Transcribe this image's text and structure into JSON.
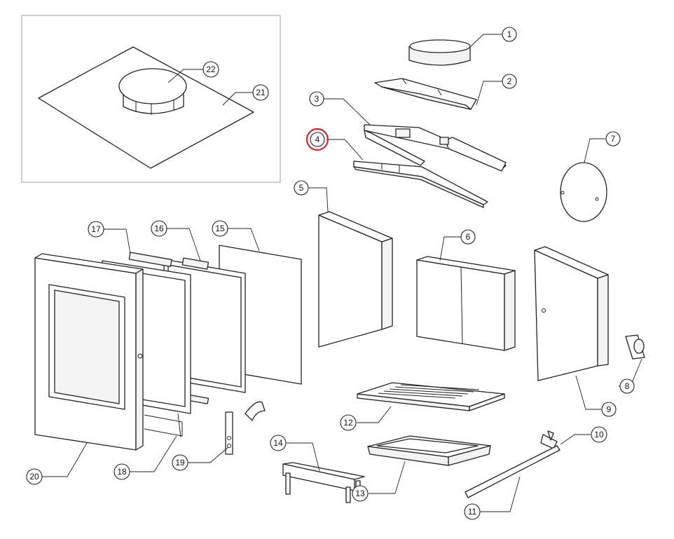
{
  "diagram": {
    "highlight_color": "#d9232a",
    "highlighted_callout": "4",
    "callouts": [
      {
        "id": "1",
        "label": "1"
      },
      {
        "id": "2",
        "label": "2"
      },
      {
        "id": "3",
        "label": "3"
      },
      {
        "id": "4",
        "label": "4"
      },
      {
        "id": "5",
        "label": "5"
      },
      {
        "id": "6",
        "label": "6"
      },
      {
        "id": "7",
        "label": "7"
      },
      {
        "id": "8",
        "label": "8"
      },
      {
        "id": "9",
        "label": "9"
      },
      {
        "id": "10",
        "label": "10"
      },
      {
        "id": "11",
        "label": "11"
      },
      {
        "id": "12",
        "label": "12"
      },
      {
        "id": "13",
        "label": "13"
      },
      {
        "id": "14",
        "label": "14"
      },
      {
        "id": "15",
        "label": "15"
      },
      {
        "id": "16",
        "label": "16"
      },
      {
        "id": "17",
        "label": "17"
      },
      {
        "id": "18",
        "label": "18"
      },
      {
        "id": "19",
        "label": "19"
      },
      {
        "id": "20",
        "label": "20"
      },
      {
        "id": "21",
        "label": "21"
      },
      {
        "id": "22",
        "label": "22"
      }
    ]
  }
}
